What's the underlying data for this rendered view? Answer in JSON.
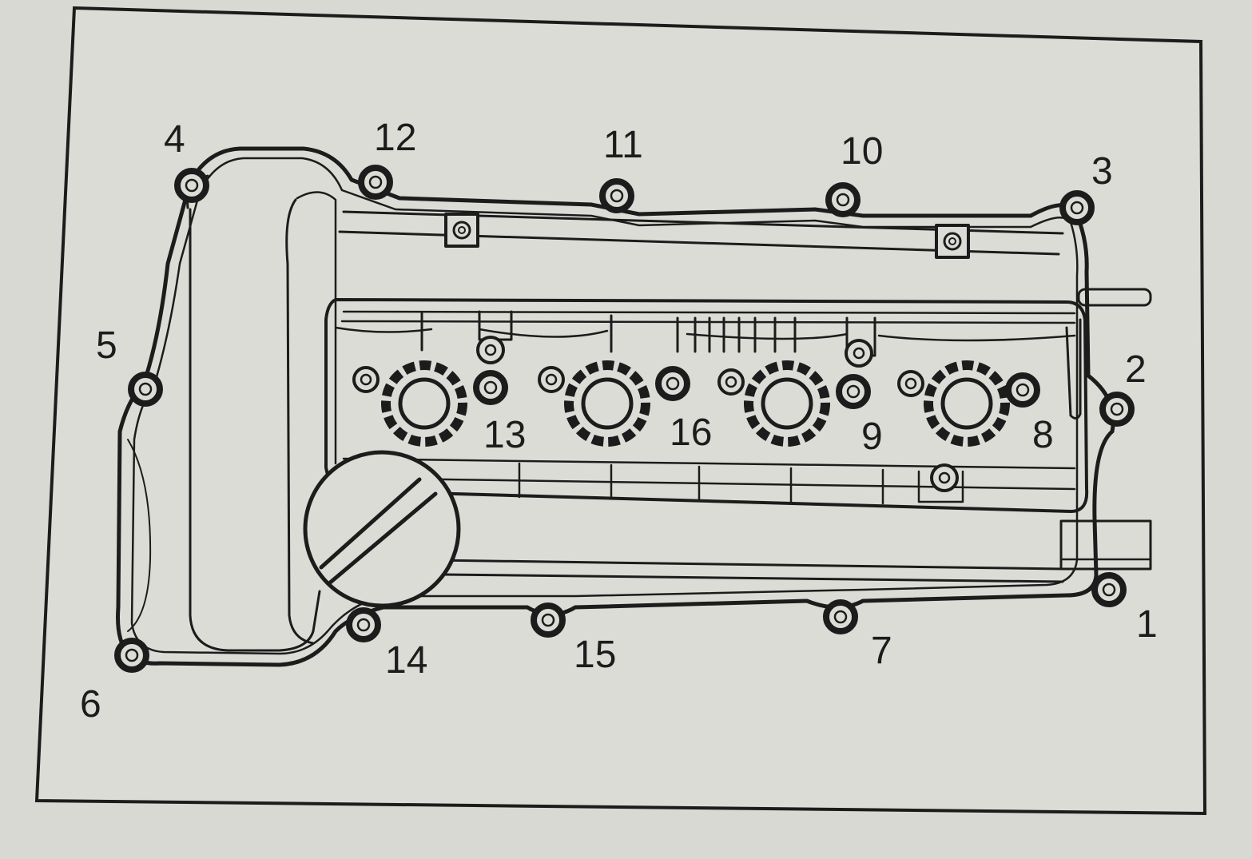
{
  "diagram": {
    "bolt_labels": [
      "1",
      "2",
      "3",
      "4",
      "5",
      "6",
      "7",
      "8",
      "9",
      "10",
      "11",
      "12",
      "13",
      "14",
      "15",
      "16"
    ]
  }
}
